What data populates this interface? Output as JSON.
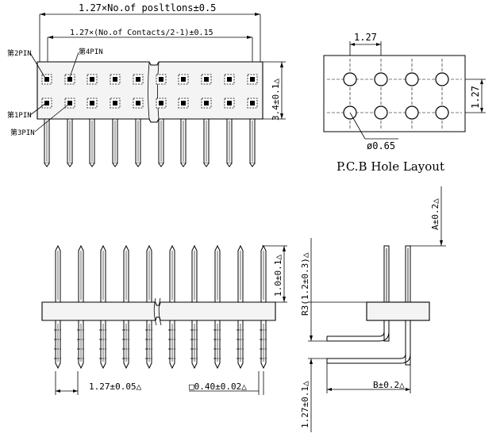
{
  "top_view": {
    "dim_positions": "1.27×No.of posltlons±0.5",
    "dim_contacts": "1.27×(No.of Contacts/2-1)±0.15",
    "dim_height": "3.4±0.1△",
    "pin_labels": {
      "pin1": "第1PIN",
      "pin2": "第2PIN",
      "pin3": "第3PIN",
      "pin4": "第4PIN"
    }
  },
  "pcb_layout": {
    "pitch_x": "1.27",
    "pitch_y": "1.27",
    "hole_dia": "ø0.65",
    "title": "P.C.B Hole Layout"
  },
  "front_view": {
    "dim_pitch": "1.27±0.05△",
    "dim_pin_square": "□0.40±0.02△"
  },
  "side_view": {
    "dim_a": "A±0.2△",
    "dim_top": "1.0±0.1△",
    "dim_r3": "R3(1.2±0.3)△",
    "dim_bottom": "1.27±0.1△",
    "dim_b": "B±0.2△"
  }
}
